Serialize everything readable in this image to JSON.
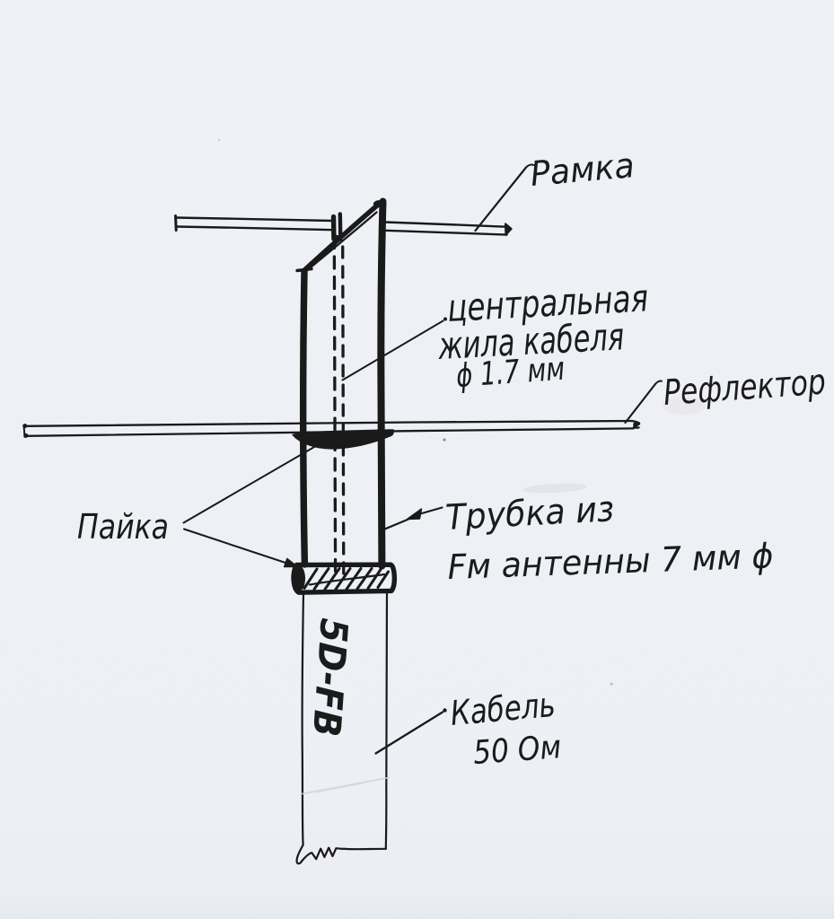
{
  "paper": {
    "background": "#eef1f6",
    "ink": "#1a1a1a"
  },
  "labels": {
    "frame": "Рамка",
    "core_line1": "центральная",
    "core_line2": "жила кабеля",
    "core_line3": "ϕ 1.7 мм",
    "reflector": "Рефлектор",
    "solder": "Пайка",
    "tube_line1": "Трубка из",
    "tube_line2": "Fм антенны 7 мм ϕ",
    "cable_marking": "5D-FB",
    "cable_line1": "Кабель",
    "cable_line2": "50 Ом"
  }
}
